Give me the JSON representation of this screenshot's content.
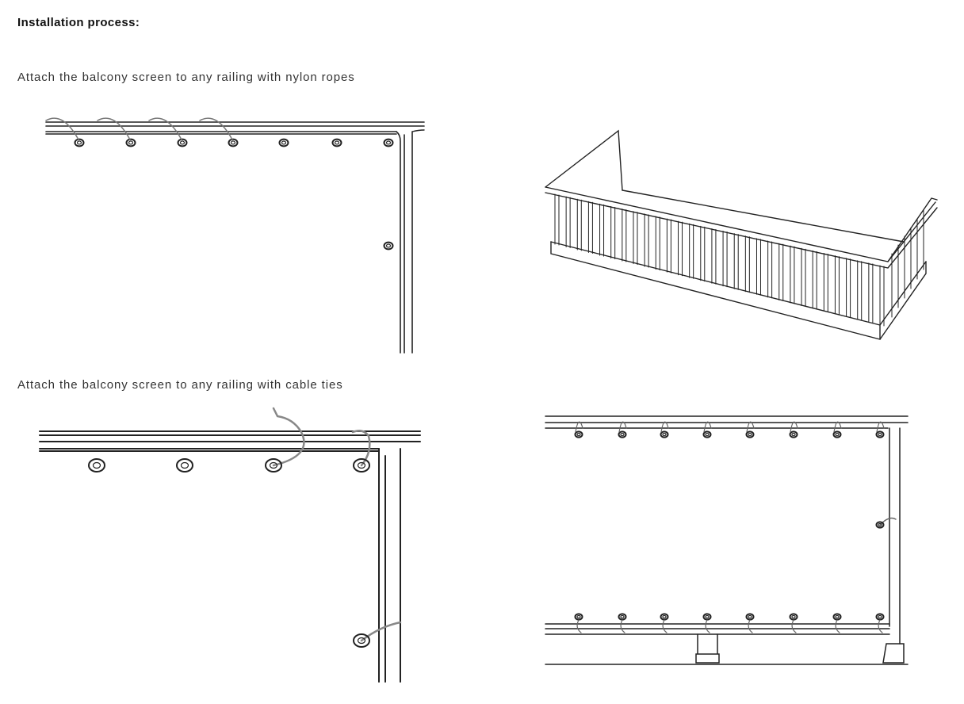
{
  "heading": "Installation process:",
  "sections": [
    {
      "caption": "Attach the balcony screen to any railing with nylon ropes"
    },
    {
      "caption": "Attach the balcony screen to any railing with cable ties"
    }
  ],
  "colors": {
    "text": "#333333",
    "line": "#222222"
  }
}
